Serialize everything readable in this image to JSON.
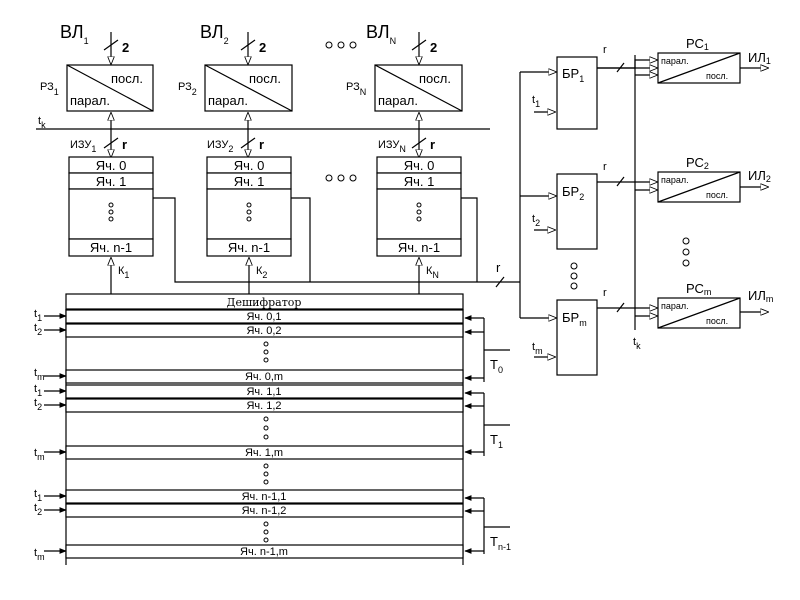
{
  "input_lines": [
    {
      "label": "ВЛ",
      "sub": "1",
      "width": "2",
      "reg": "РЗ",
      "reg_sub": "1",
      "izu": "ИЗУ",
      "izu_sub": "1",
      "k": "К",
      "k_sub": "1"
    },
    {
      "label": "ВЛ",
      "sub": "2",
      "width": "2",
      "reg": "РЗ",
      "reg_sub": "2",
      "izu": "ИЗУ",
      "izu_sub": "2",
      "k": "К",
      "k_sub": "2"
    },
    {
      "label": "ВЛ",
      "sub": "N",
      "width": "2",
      "reg": "РЗ",
      "reg_sub": "N",
      "izu": "ИЗУ",
      "izu_sub": "N",
      "k": "К",
      "k_sub": "N"
    }
  ],
  "reg_in": {
    "top": "посл.",
    "bottom": "парал."
  },
  "bus_r": "r",
  "tk": {
    "main": "t",
    "sub": "k"
  },
  "memory_cells": [
    "Яч. 0",
    "Яч. 1",
    "Яч. n-1"
  ],
  "decoder": {
    "title": "Дешифратор",
    "groups": [
      {
        "rows": [
          {
            "t": "1",
            "label": "Яч. 0,1"
          },
          {
            "t": "2",
            "label": "Яч. 0,2"
          },
          {
            "t": "m",
            "label": "Яч. 0,m"
          }
        ],
        "T_main": "T",
        "T_sub": "0"
      },
      {
        "rows": [
          {
            "t": "1",
            "label": "Яч. 1,1"
          },
          {
            "t": "2",
            "label": "Яч. 1,2"
          },
          {
            "t": "m",
            "label": "Яч. 1,m"
          }
        ],
        "T_main": "T",
        "T_sub": "1"
      },
      {
        "rows": [
          {
            "t": "1",
            "label": "Яч. n-1,1"
          },
          {
            "t": "2",
            "label": "Яч. n-1,2"
          },
          {
            "t": "m",
            "label": "Яч. n-1,m"
          }
        ],
        "T_main": "T",
        "T_sub": "n-1"
      }
    ]
  },
  "buffers": [
    {
      "name": "БР",
      "sub": "1",
      "t_sub": "1"
    },
    {
      "name": "БР",
      "sub": "2",
      "t_sub": "2"
    },
    {
      "name": "БР",
      "sub": "m",
      "t_sub": "m"
    }
  ],
  "out_regs": [
    {
      "name": "РС",
      "sub": "1",
      "out": "ИЛ",
      "out_sub": "1"
    },
    {
      "name": "РС",
      "sub": "2",
      "out": "ИЛ",
      "out_sub": "2"
    },
    {
      "name": "РС",
      "sub": "m",
      "out": "ИЛ",
      "out_sub": "m"
    }
  ],
  "reg_out": {
    "top": "парал.",
    "bottom": "посл."
  },
  "t_main": "t"
}
